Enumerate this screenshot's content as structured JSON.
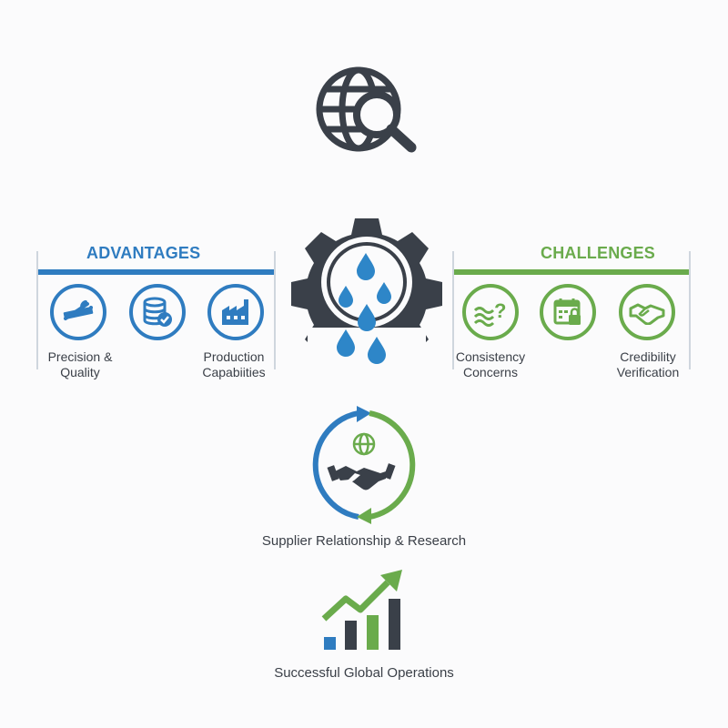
{
  "colors": {
    "blue": "#2f7cc0",
    "green": "#6aab4c",
    "dark": "#3a4049",
    "drop": "#2e86c8"
  },
  "top_icon": "globe-search-icon",
  "center_icon": "gear-water-drops-icon",
  "advantages": {
    "title": "ADVANTAGES",
    "items": [
      {
        "icon": "wrench-ruler-icon",
        "label_line1": "Precision &",
        "label_line2": "Quality"
      },
      {
        "icon": "database-check-icon",
        "label_line1": "",
        "label_line2": ""
      },
      {
        "icon": "factory-icon",
        "label_line1": "Production",
        "label_line2": "Capabiities"
      }
    ]
  },
  "challenges": {
    "title": "CHALLENGES",
    "items": [
      {
        "icon": "wave-question-icon",
        "label_line1": "Consistency",
        "label_line2": "Concerns"
      },
      {
        "icon": "calendar-lock-icon",
        "label_line1": "",
        "label_line2": ""
      },
      {
        "icon": "handshake-icon",
        "label_line1": "Credibility",
        "label_line2": "Verification"
      }
    ]
  },
  "relationship": {
    "icon": "cycle-handshake-globe-icon",
    "caption": "Supplier Relationship & Research"
  },
  "growth": {
    "icon": "growth-chart-icon",
    "caption": "Successful Global Operations"
  }
}
